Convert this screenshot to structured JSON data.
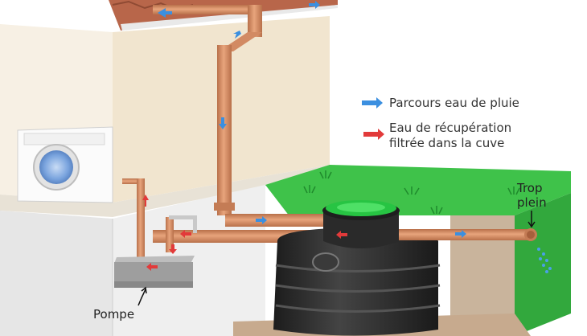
{
  "legend": {
    "rain_path": {
      "label": "Parcours eau de pluie",
      "arrow_color": "#3b8fe0",
      "icon": "blue-arrow-icon"
    },
    "recovered_water": {
      "label_line1": "Eau de récupération",
      "label_line2": "filtrée dans la cuve",
      "arrow_color": "#e23a3a",
      "icon": "red-arrow-icon"
    }
  },
  "callouts": {
    "overflow_line1": "Trop",
    "overflow_line2": "plein",
    "pump": "Pompe"
  },
  "colors": {
    "pipe": "#d9916a",
    "pipe_shade": "#b8704a",
    "lawn": "#3fc24a",
    "tank": "#2d2d2d",
    "tank_lid": "#27c443",
    "roof_tile": "#b8664a",
    "wall": "#f7f0e4",
    "soil": "#c9b49c"
  }
}
